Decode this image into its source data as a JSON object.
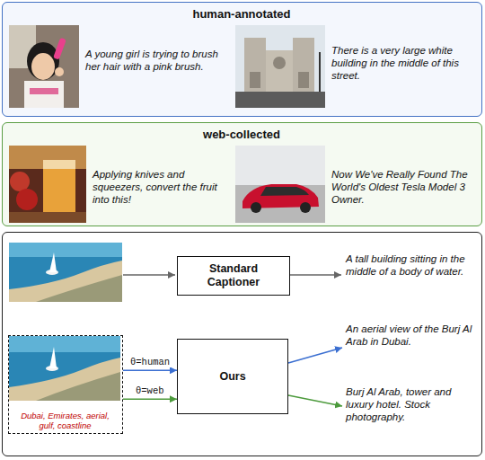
{
  "diagram": {
    "nodes": [
      {
        "text": [
          "human-annotated",
          "A young girl is trying to brush her hair with a pink brush.",
          "There is a very large white building in the middle of this street."
        ]
      },
      {
        "text": [
          "web-collected",
          "Applying knives and squeezers, convert the fruit into this!",
          "Now We've Really Found The World's Oldest Tesla Model 3 Owner."
        ]
      },
      {
        "text": [
          "A tall building sitting in the middle of a body of water.",
          "An aerial view of the Burj Al Arab in Dubai.",
          "Burj Al Arab, tower and luxury hotel. Stock photography."
        ]
      },
      {
        "text": [
          "Standard Captioner"
        ],
        "in": 2
      },
      {
        "text": [
          "Dubai, Emirates, aerial, gulf, coastline"
        ],
        "in": 2
      },
      {
        "text": [
          "Ours"
        ],
        "in": 2
      }
    ],
    "edges": [
      {
        "from": 4,
        "to": 5,
        "arrow": "to",
        "label": "θ=human"
      },
      {
        "from": 4,
        "to": 5,
        "arrow": "to",
        "label": "θ=web"
      }
    ]
  }
}
